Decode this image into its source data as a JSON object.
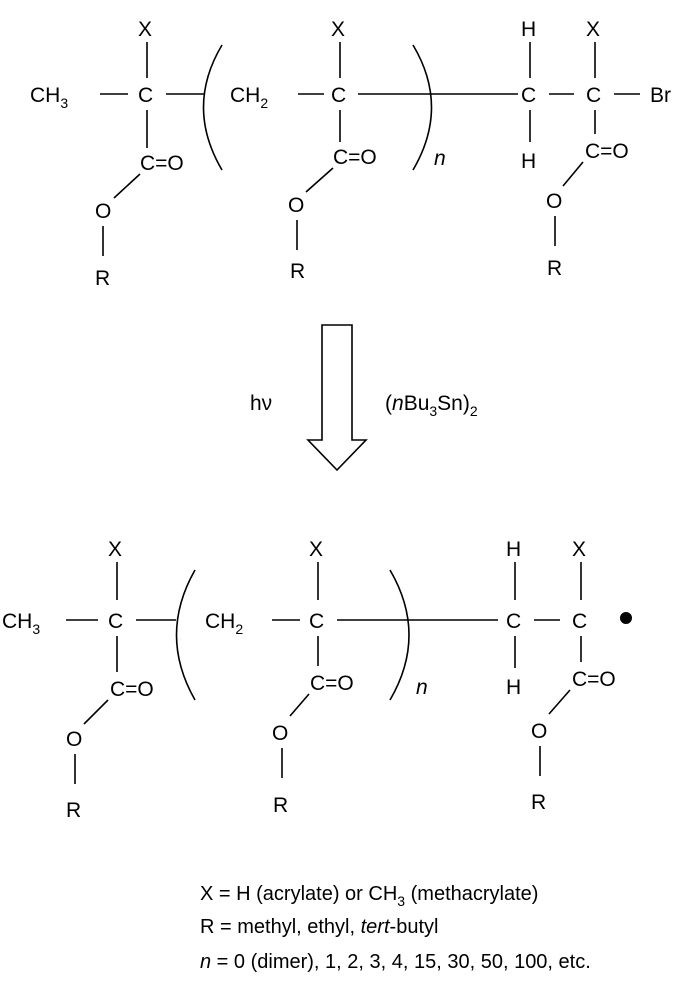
{
  "atoms": {
    "X": "X",
    "C": "C",
    "H": "H",
    "O": "O",
    "R": "R",
    "Br": "Br",
    "CH": "CH",
    "sub3": "3",
    "sub2": "2",
    "CO": "C=O",
    "n": "n"
  },
  "reaction": {
    "light": "hν",
    "reagent_open": "(",
    "reagent_n": "n",
    "reagent_bu": "Bu",
    "reagent_sub3": "3",
    "reagent_sn": "Sn)",
    "reagent_sub2": "2"
  },
  "legend": {
    "line1_a": "X = H (acrylate) or CH",
    "line1_sub": "3",
    "line1_b": " (methacrylate)",
    "line2_a": "R = methyl, ethyl, ",
    "line2_it": "tert",
    "line2_b": "-butyl",
    "line3_it": "n",
    "line3_b": " = 0 (dimer), 1, 2, 3, 4, 15, 30, 50, 100, etc."
  }
}
